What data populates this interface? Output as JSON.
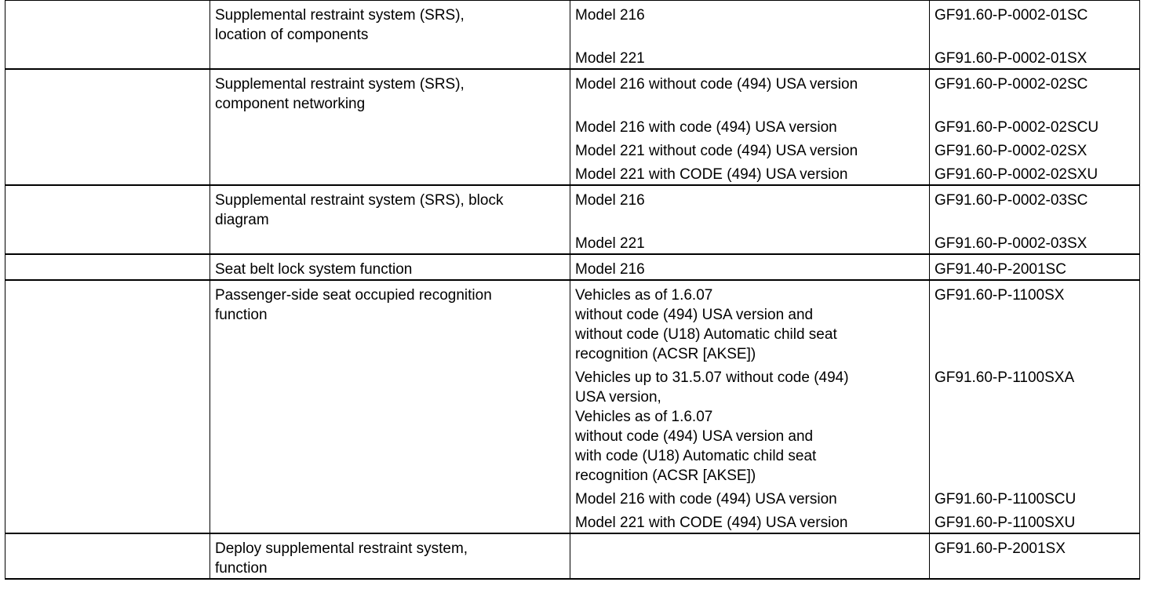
{
  "rows": [
    {
      "title": "Supplemental restraint system (SRS),\nlocation of components",
      "entries": [
        {
          "model": "Model 216",
          "doc": "GF91.60-P-0002-01SC",
          "gap_after": true
        },
        {
          "model": "Model 221",
          "doc": "GF91.60-P-0002-01SX"
        }
      ]
    },
    {
      "title": "Supplemental restraint system (SRS),\ncomponent networking",
      "entries": [
        {
          "model": "Model 216 without code (494) USA version",
          "doc": "GF91.60-P-0002-02SC",
          "gap_after": true
        },
        {
          "model": "Model 216 with code (494) USA version",
          "doc": "GF91.60-P-0002-02SCU"
        },
        {
          "model": "Model 221 without code (494) USA version",
          "doc": "GF91.60-P-0002-02SX"
        },
        {
          "model": "Model 221 with CODE (494) USA version",
          "doc": "GF91.60-P-0002-02SXU"
        }
      ]
    },
    {
      "title": "Supplemental restraint system (SRS), block\ndiagram",
      "entries": [
        {
          "model": "Model 216",
          "doc": "GF91.60-P-0002-03SC",
          "gap_after": true
        },
        {
          "model": "Model 221",
          "doc": "GF91.60-P-0002-03SX"
        }
      ]
    },
    {
      "title": "Seat belt lock system function",
      "entries": [
        {
          "model": "Model 216",
          "doc": "GF91.40-P-2001SC"
        }
      ]
    },
    {
      "title": "Passenger-side seat occupied recognition\nfunction",
      "entries": [
        {
          "model": "Vehicles as of 1.6.07\nwithout code (494) USA version and\nwithout code (U18) Automatic child seat\nrecognition (ACSR [AKSE])",
          "doc": "GF91.60-P-1100SX"
        },
        {
          "model": "Vehicles up to 31.5.07 without code (494)\nUSA version,\nVehicles as of 1.6.07\nwithout code (494) USA version and\nwith code (U18) Automatic child seat\nrecognition (ACSR [AKSE])",
          "doc": "GF91.60-P-1100SXA"
        },
        {
          "model": "Model 216 with code (494) USA version",
          "doc": "GF91.60-P-1100SCU"
        },
        {
          "model": "Model 221 with CODE (494) USA version",
          "doc": "GF91.60-P-1100SXU"
        }
      ]
    },
    {
      "title": "Deploy supplemental restraint system,\nfunction",
      "entries": [
        {
          "model": "",
          "doc": "GF91.60-P-2001SX"
        }
      ]
    }
  ]
}
